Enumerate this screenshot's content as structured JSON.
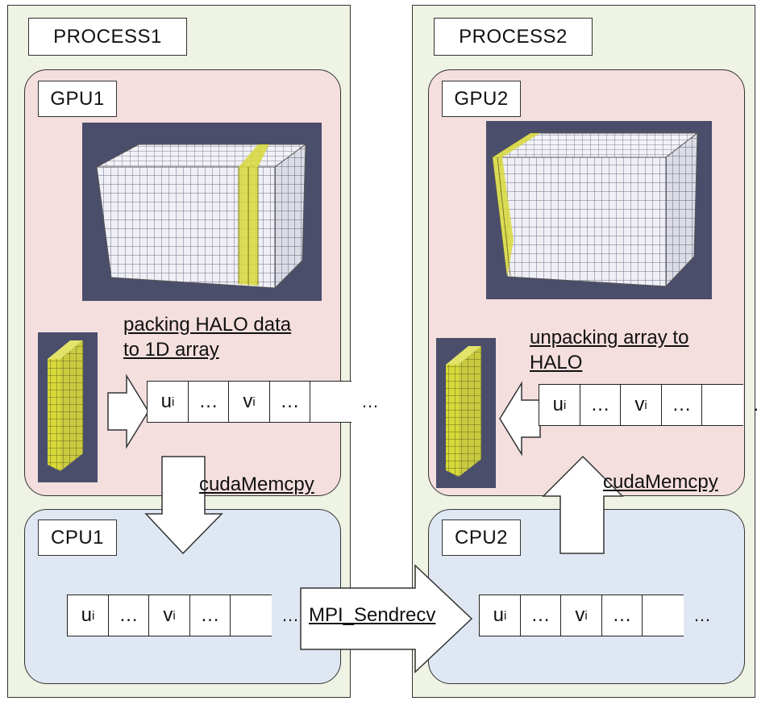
{
  "process1": {
    "label": "PROCESS1",
    "gpu": {
      "label": "GPU1",
      "caption_line1": "packing HALO data",
      "caption_line2": "to 1D array",
      "transfer_label": "cudaMemcpy",
      "array": [
        {
          "base": "u",
          "sub": "i"
        },
        {
          "base": "…",
          "sub": ""
        },
        {
          "base": "v",
          "sub": "i"
        },
        {
          "base": "…",
          "sub": ""
        }
      ],
      "trailing": "…"
    },
    "cpu": {
      "label": "CPU1",
      "array": [
        {
          "base": "u",
          "sub": "i"
        },
        {
          "base": "…",
          "sub": ""
        },
        {
          "base": "v",
          "sub": "i"
        },
        {
          "base": "…",
          "sub": ""
        }
      ],
      "trailing": "…"
    }
  },
  "process2": {
    "label": "PROCESS2",
    "gpu": {
      "label": "GPU2",
      "caption_line1": "unpacking array to",
      "caption_line2": "HALO",
      "transfer_label": "cudaMemcpy",
      "array": [
        {
          "base": "u",
          "sub": "i"
        },
        {
          "base": "…",
          "sub": ""
        },
        {
          "base": "v",
          "sub": "i"
        },
        {
          "base": "…",
          "sub": ""
        }
      ],
      "trailing": "…"
    },
    "cpu": {
      "label": "CPU2",
      "array": [
        {
          "base": "u",
          "sub": "i"
        },
        {
          "base": "…",
          "sub": ""
        },
        {
          "base": "v",
          "sub": "i"
        },
        {
          "base": "…",
          "sub": ""
        }
      ],
      "trailing": "…"
    }
  },
  "mpi": {
    "label": "MPI_Sendrecv"
  },
  "colors": {
    "process_bg": "#eef3e3",
    "gpu_bg": "#f4dede",
    "cpu_bg": "#dfe7f2",
    "render_bg": "#4a4e6a",
    "mesh_face": "#efeff5",
    "halo": "#d8d83a"
  }
}
